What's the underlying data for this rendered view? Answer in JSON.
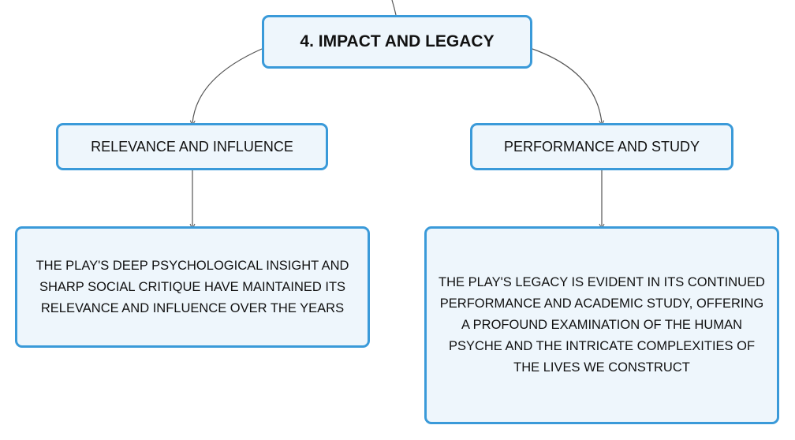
{
  "diagram": {
    "root": {
      "label": "4. IMPACT AND LEGACY"
    },
    "branches": [
      {
        "topic": "RELEVANCE AND INFLUENCE",
        "detail": "THE PLAY'S DEEP PSYCHOLOGICAL INSIGHT AND SHARP SOCIAL CRITIQUE HAVE MAINTAINED ITS RELEVANCE AND INFLUENCE OVER THE YEARS"
      },
      {
        "topic": "PERFORMANCE AND STUDY",
        "detail": "THE PLAY'S LEGACY IS EVIDENT IN ITS CONTINUED PERFORMANCE AND ACADEMIC STUDY, OFFERING A PROFOUND EXAMINATION OF THE HUMAN PSYCHE AND THE INTRICATE COMPLEXITIES OF THE LIVES WE CONSTRUCT"
      }
    ]
  }
}
